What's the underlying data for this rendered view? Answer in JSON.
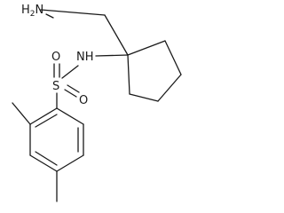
{
  "molecule": {
    "atom_labels": {
      "amine_prefix": "H",
      "amine_subscript": "2",
      "amine_suffix": "N",
      "nitrogen": "NH",
      "sulfur": "S",
      "oxygen_upper": "O",
      "oxygen_lower": "O"
    }
  }
}
